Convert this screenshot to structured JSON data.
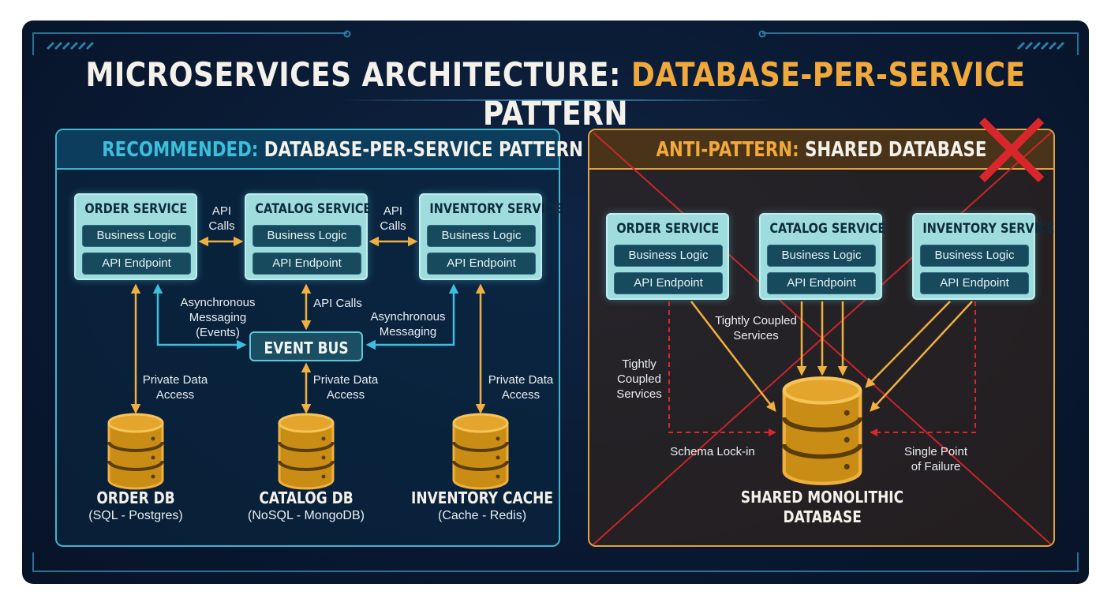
{
  "title": {
    "part1": "MICROSERVICES ARCHITECTURE: ",
    "accent": "DATABASE-PER-SERVICE",
    "part2": " PATTERN"
  },
  "left": {
    "tag": "RECOMMENDED:",
    "heading": " DATABASE-PER-SERVICE PATTERN",
    "services": [
      {
        "name": "ORDER SERVICE",
        "logic": "Business Logic",
        "endpoint": "API Endpoint"
      },
      {
        "name": "CATALOG SERVICE",
        "logic": "Business Logic",
        "endpoint": "API Endpoint"
      },
      {
        "name": "INVENTORY SERVICE",
        "logic": "Business Logic",
        "endpoint": "API Endpoint"
      }
    ],
    "event_bus": "EVENT BUS",
    "labels": {
      "api_calls_1": [
        "API",
        "Calls"
      ],
      "api_calls_2": [
        "API",
        "Calls"
      ],
      "api_calls_center": "API Calls",
      "async_left": [
        "Asynchronous",
        "Messaging",
        "(Events)"
      ],
      "async_right": [
        "Asynchronous",
        "Messaging"
      ],
      "private_1": [
        "Private Data",
        "Access"
      ],
      "private_2": [
        "Private Data",
        "Access"
      ],
      "private_3": [
        "Private Data",
        "Access"
      ]
    },
    "databases": [
      {
        "name": "ORDER DB",
        "sub": "(SQL - Postgres)"
      },
      {
        "name": "CATALOG DB",
        "sub": "(NoSQL - MongoDB)"
      },
      {
        "name": "INVENTORY CACHE",
        "sub": "(Cache - Redis)"
      }
    ]
  },
  "right": {
    "tag": "ANTI-PATTERN:",
    "heading": " SHARED DATABASE",
    "services": [
      {
        "name": "ORDER SERVICE",
        "logic": "Business Logic",
        "endpoint": "API Endpoint"
      },
      {
        "name": "CATALOG SERVICE",
        "logic": "Business Logic",
        "endpoint": "API Endpoint"
      },
      {
        "name": "INVENTORY SERVICE",
        "logic": "Business Logic",
        "endpoint": "API Endpoint"
      }
    ],
    "labels": {
      "coupled_center": [
        "Tightly Coupled",
        "Services"
      ],
      "coupled_left": [
        "Tightly",
        "Coupled",
        "Services"
      ],
      "lockin": "Schema Lock-in",
      "failure": [
        "Single Point",
        "of Failure"
      ]
    },
    "database": {
      "name": [
        "SHARED MONOLITHIC",
        "DATABASE"
      ]
    }
  },
  "colors": {
    "background": "#0a1a33",
    "cyan": "#3cb6d0",
    "gold": "#f0a93a",
    "service_box": "#9fdcdd",
    "red_cross": "#d9262b"
  },
  "icons": [
    "cylinder-database-icon",
    "red-x-cross-icon",
    "arrow-icon"
  ]
}
